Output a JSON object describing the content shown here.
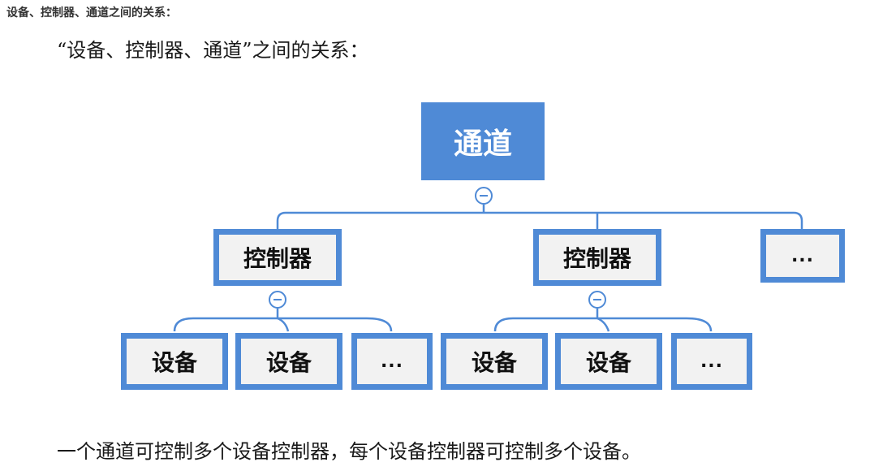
{
  "heading": "设备、控制器、通道之间的关系：",
  "intro": "“设备、控制器、通道”之间的关系：",
  "footer": "一个通道可控制多个设备控制器，每个设备控制器可控制多个设备。",
  "colors": {
    "accent": "#4f8ad6",
    "box_fill": "#f2f2f2"
  },
  "tree": {
    "root": "通道",
    "controllers": [
      {
        "label": "控制器",
        "devices": [
          "设备",
          "设备",
          "..."
        ]
      },
      {
        "label": "控制器",
        "devices": [
          "设备",
          "设备",
          "..."
        ]
      },
      {
        "label": "..."
      }
    ]
  }
}
